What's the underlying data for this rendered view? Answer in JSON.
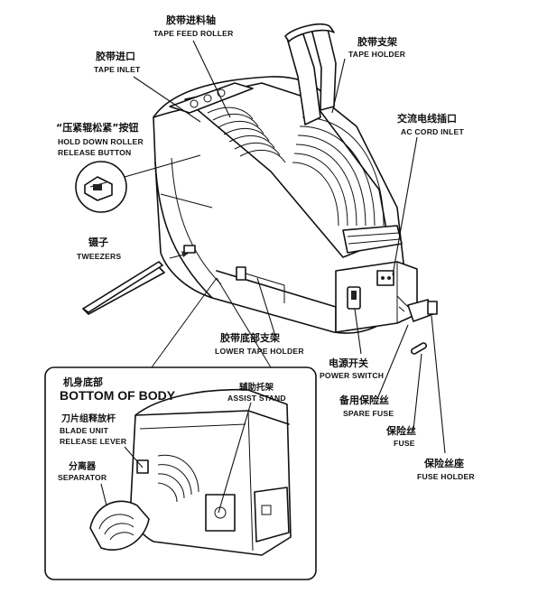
{
  "labels": {
    "tape_feed_roller": {
      "cn": "胶带进料轴",
      "en": "TAPE FEED ROLLER"
    },
    "tape_inlet": {
      "cn": "胶带进口",
      "en": "TAPE INLET"
    },
    "tape_holder": {
      "cn": "胶带支架",
      "en": "TAPE HOLDER"
    },
    "ac_cord_inlet": {
      "cn": "交流电线插口",
      "en": "AC CORD INLET"
    },
    "hold_down_roller": {
      "cn": "“压紧辊松紧”按钮",
      "en1": "HOLD DOWN ROLLER",
      "en2": "RELEASE BUTTON"
    },
    "tweezers": {
      "cn": "镊子",
      "en": "TWEEZERS"
    },
    "lower_tape_holder": {
      "cn": "胶带底部支架",
      "en": "LOWER TAPE HOLDER"
    },
    "power_switch": {
      "cn": "电源开关",
      "en": "POWER SWITCH"
    },
    "spare_fuse": {
      "cn": "备用保险丝",
      "en": "SPARE FUSE"
    },
    "fuse": {
      "cn": "保险丝",
      "en": "FUSE"
    },
    "fuse_holder": {
      "cn": "保险丝座",
      "en": "FUSE HOLDER"
    }
  },
  "inset": {
    "title_cn": "机身底部",
    "title_en": "BOTTOM OF BODY",
    "assist_stand": {
      "cn": "辅助托架",
      "en": "ASSIST STAND"
    },
    "blade_unit": {
      "cn": "刀片组释放杆",
      "en1": "BLADE UNIT",
      "en2": "RELEASE LEVER"
    },
    "separator": {
      "cn": "分离器",
      "en": "SEPARATOR"
    }
  }
}
